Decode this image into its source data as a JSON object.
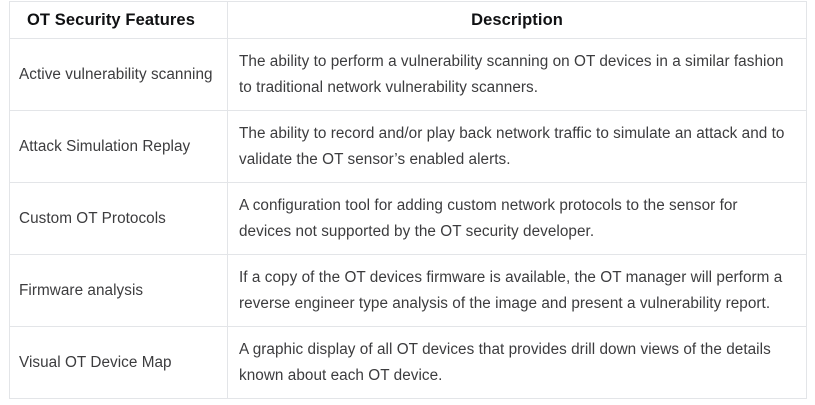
{
  "table": {
    "columns": [
      {
        "key": "feature",
        "label": "OT Security Features",
        "align": "left"
      },
      {
        "key": "description",
        "label": "Description",
        "align": "center"
      }
    ],
    "rows": [
      {
        "feature": "Active vulnerability scanning",
        "description": "The ability to perform a vulnerability scanning on OT devices in a similar fashion to traditional network vulnerability scanners."
      },
      {
        "feature": "Attack Simulation Replay",
        "description": "The ability to record and/or play back network traffic to simulate an attack and to validate the OT sensor’s enabled alerts."
      },
      {
        "feature": "Custom OT Protocols",
        "description": "A configuration tool for adding custom network protocols to the sensor for devices not supported by the OT security developer."
      },
      {
        "feature": "Firmware analysis",
        "description": "If a copy of the OT devices firmware is available, the OT manager will perform a reverse engineer type analysis of the image and present a vulnerability report."
      },
      {
        "feature": "Visual OT Device Map",
        "description": "A graphic display of all OT devices that provides drill down views of the details known about each OT device."
      }
    ]
  },
  "colors": {
    "background": "#ffffff",
    "border": "#e3e5e8",
    "header_text": "#101113",
    "body_text": "#3c3c3e"
  }
}
